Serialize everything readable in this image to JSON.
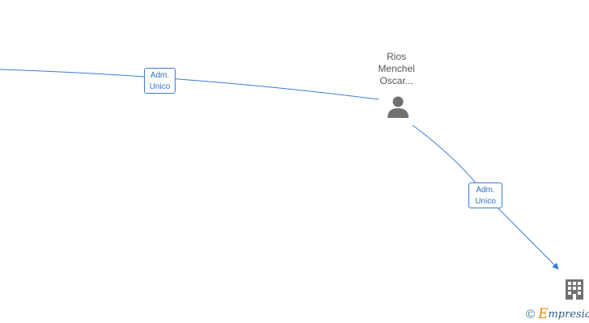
{
  "edges": [
    {
      "label_line1": "Adm.",
      "label_line2": "Unico"
    },
    {
      "label_line1": "Adm.",
      "label_line2": "Unico"
    }
  ],
  "person": {
    "name_line1": "Rios",
    "name_line2": "Menchel",
    "name_line3": "Oscar..."
  },
  "brand": {
    "copyright_symbol": "©",
    "initial": "E",
    "rest": "mpresia"
  },
  "colors": {
    "edge": "#3a7bd5",
    "icon": "#707070",
    "brand_orange": "#e8891a",
    "brand_blue": "#2d5f8a"
  },
  "icons": {
    "person": "person-icon",
    "company": "building-icon"
  }
}
